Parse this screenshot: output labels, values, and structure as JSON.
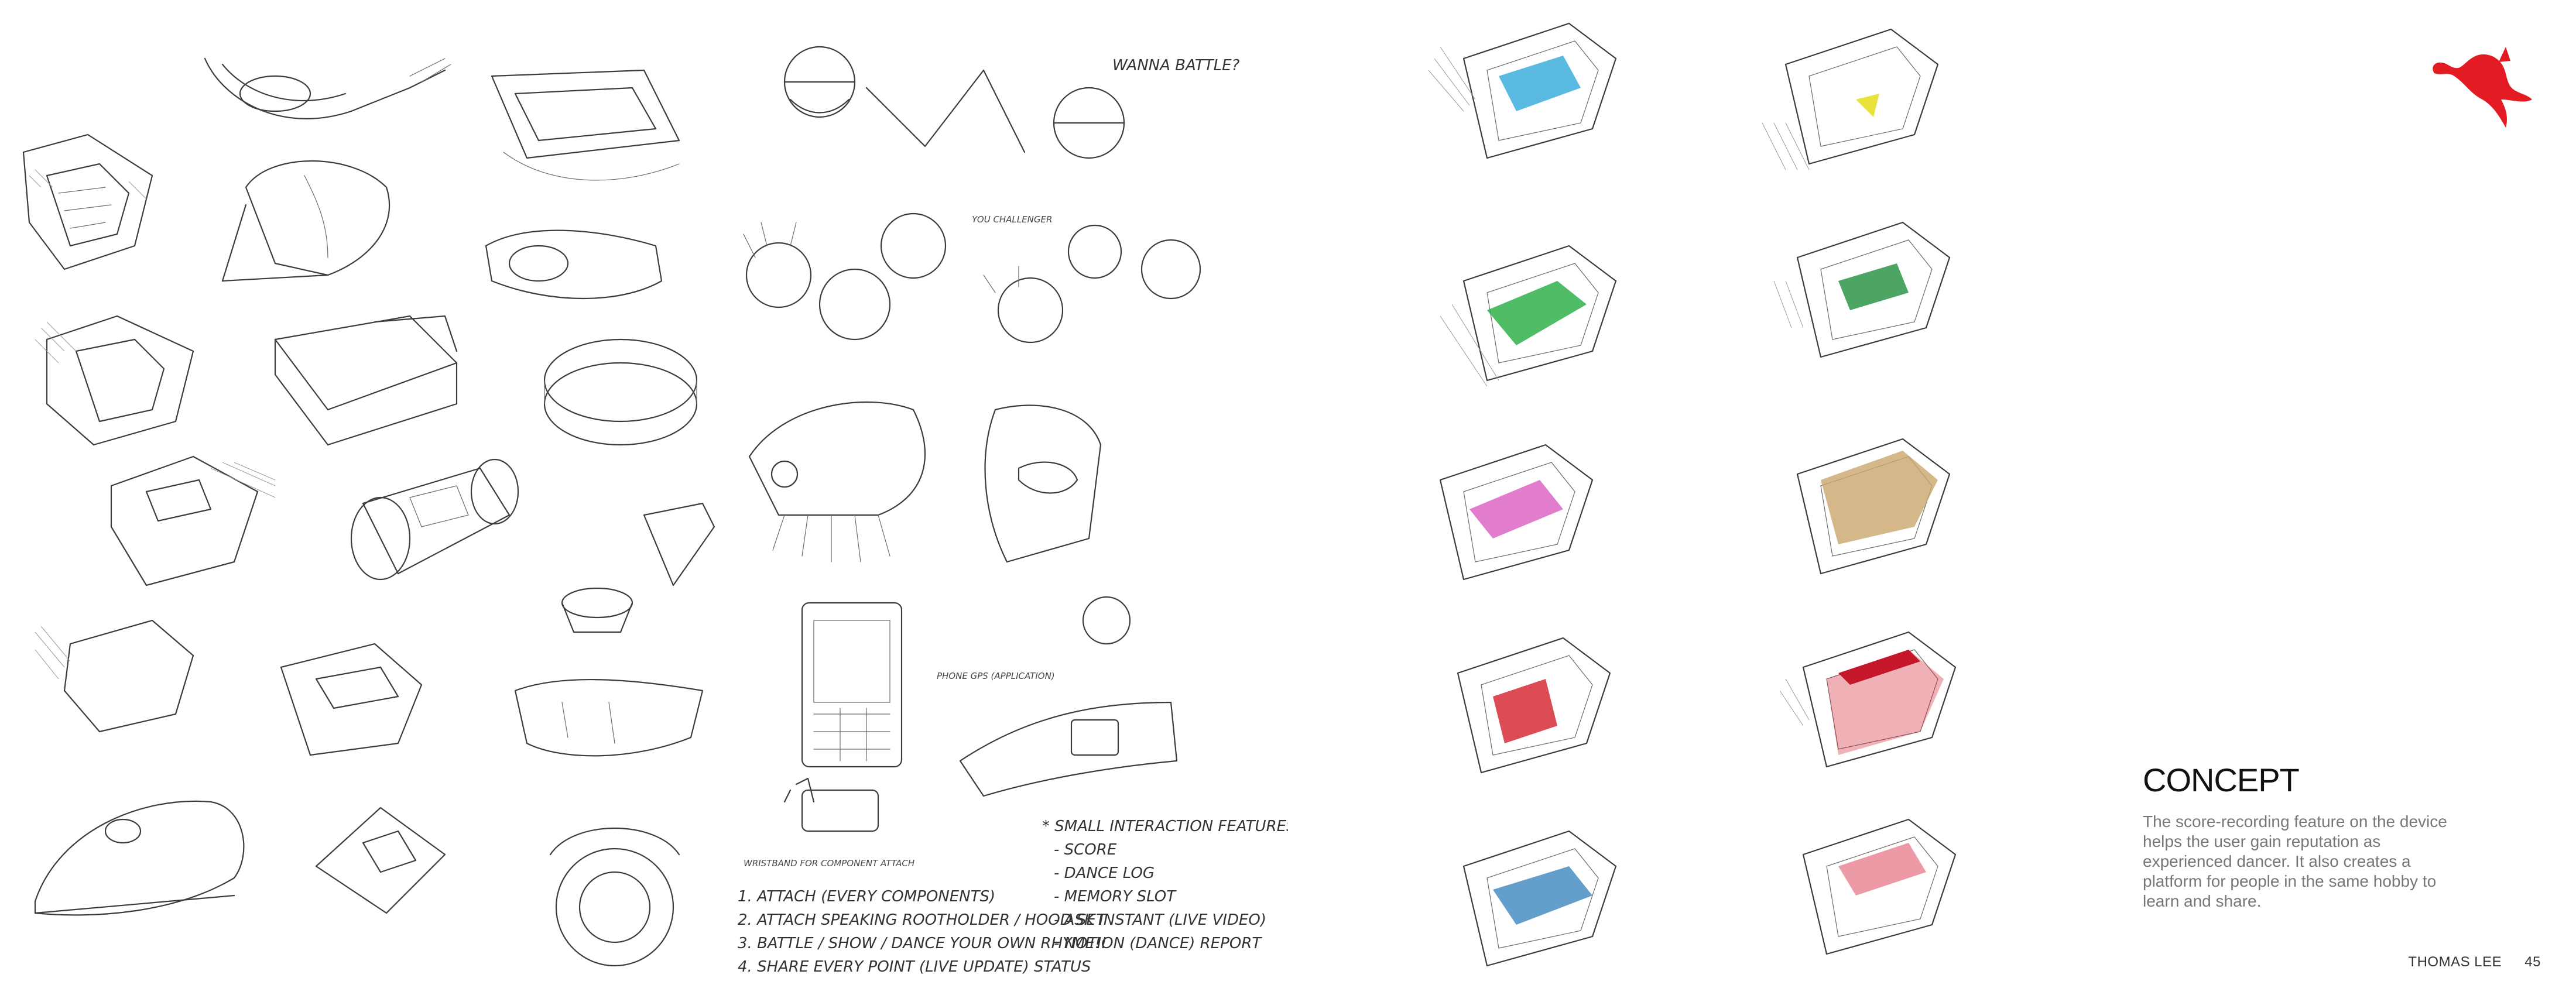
{
  "brand": {
    "logo": "puma-cat-logo",
    "color": "#e31b23"
  },
  "concept": {
    "title": "CONCEPT",
    "body": "The score-recording feature on the device helps the user gain reputation as experienced dancer. It also creates a platform for people in the same hobby to learn and share."
  },
  "footer": {
    "author": "THOMAS LEE",
    "page_number": "45"
  },
  "sketch_notes": {
    "wanna_battle": "WANNA BATTLE?",
    "you_challenger": "YOU CHALLENGER",
    "phone_gps": "PHONE GPS (APPLICATION)",
    "feature_list_title": "* SMALL INTERACTION FEATURES",
    "features": [
      "- SCORE",
      "- DANCE LOG",
      "- MEMORY SLOT",
      "- ASK INSTANT (LIVE VIDEO)",
      "- NOTION (DANCE) REPORT"
    ],
    "steps": [
      "1. ATTACH (EVERY COMPONENTS)",
      "2. ATTACH SPEAKING ROOTHOLDER / HOOD SET",
      "3. BATTLE / SHOW / DANCE YOUR OWN RHYME!!",
      "4. SHARE EVERY POINT (LIVE UPDATE) STATUS"
    ],
    "wristband_note": "WRISTBAND FOR COMPONENT ATTACH"
  },
  "accent_colors": {
    "blue": "#2fa8d8",
    "green": "#2fb24a",
    "magenta": "#d545b8",
    "red": "#d21f2a",
    "gold": "#c9a66b",
    "yellow": "#e8e23a"
  }
}
